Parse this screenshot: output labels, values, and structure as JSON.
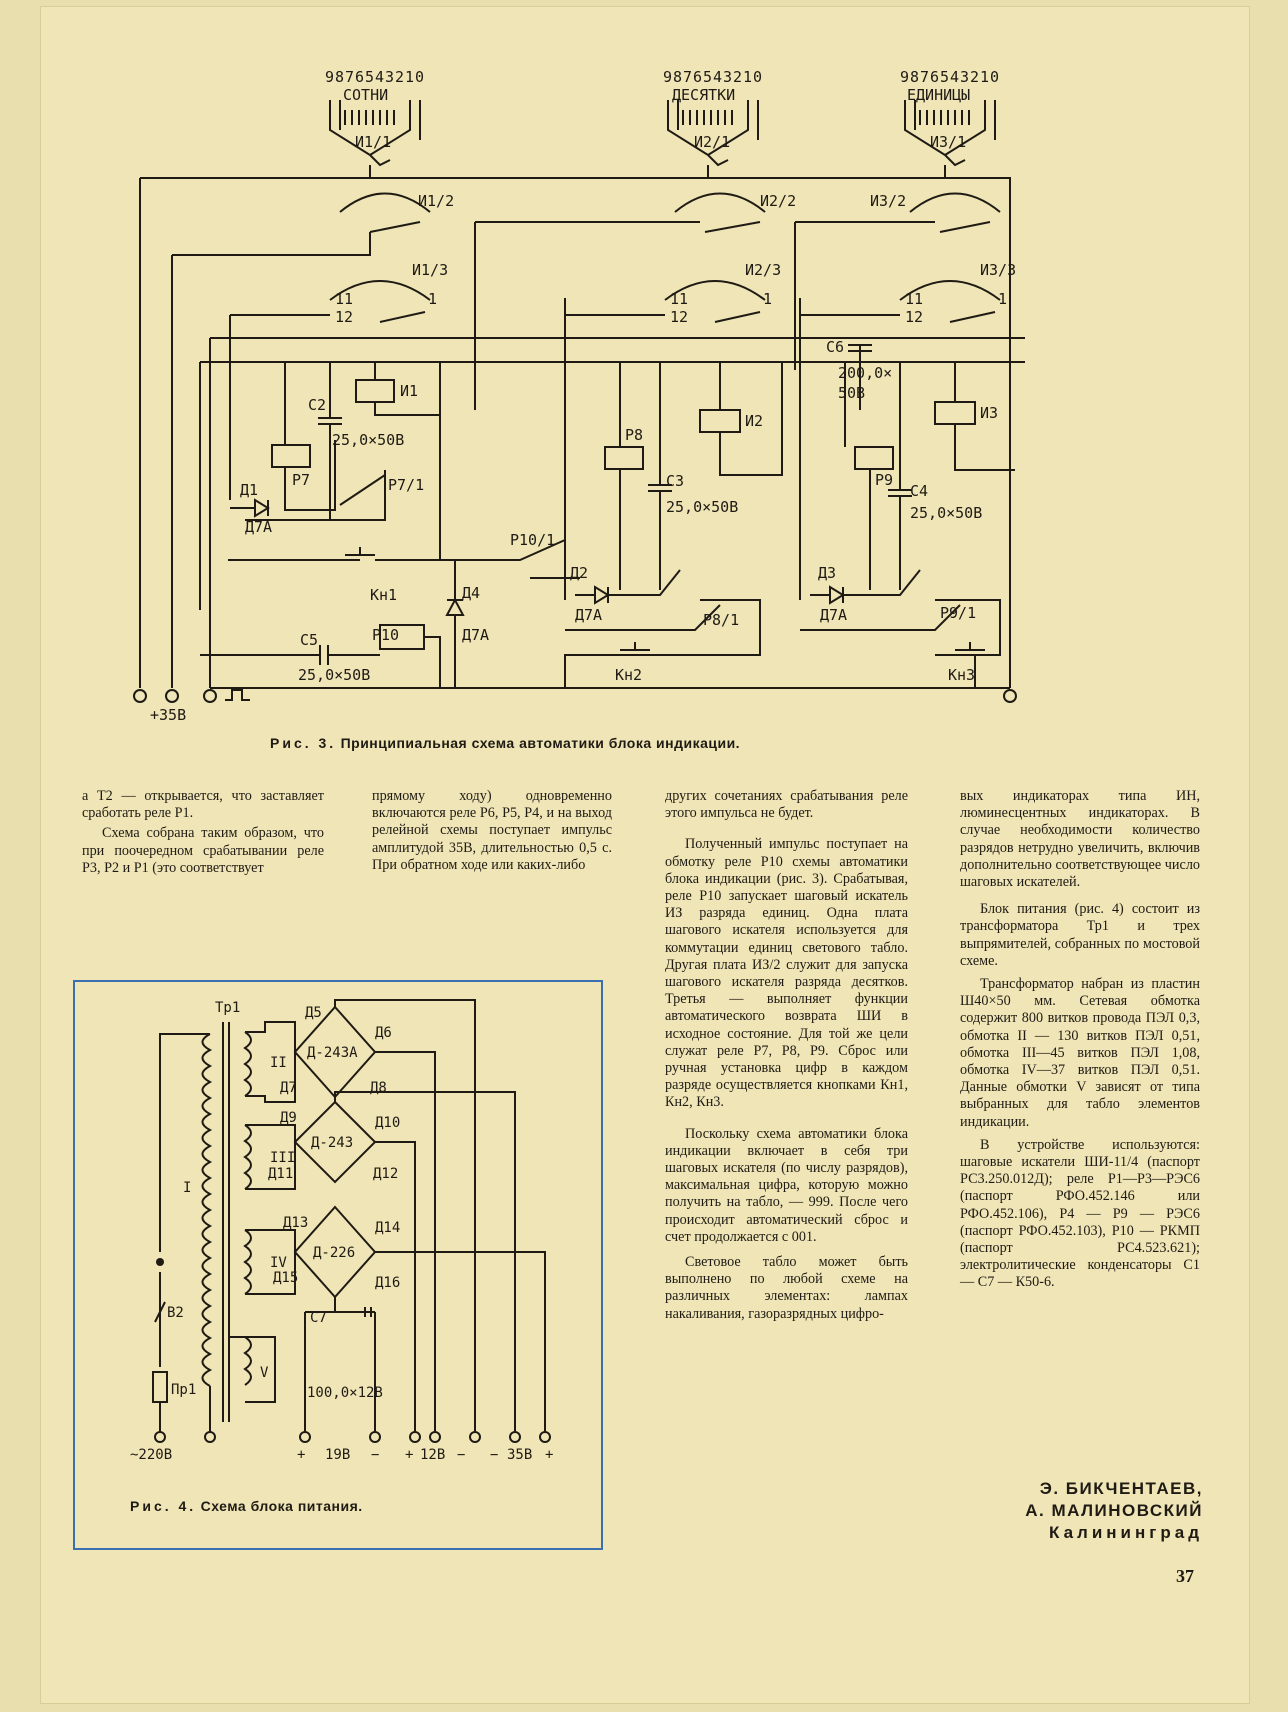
{
  "fig3": {
    "digits": [
      "9",
      "8",
      "7",
      "6",
      "5",
      "4",
      "3",
      "2",
      "1",
      "0"
    ],
    "group_names": [
      "СОТНИ",
      "ДЕСЯТКИ",
      "ЕДИНИЦЫ"
    ],
    "switch_labels": [
      "И1/1",
      "И2/1",
      "И3/1",
      "И1/2",
      "И2/2",
      "И3/2",
      "И1/3",
      "И2/3",
      "И3/3"
    ],
    "contact_labels": [
      "11",
      "1",
      "12"
    ],
    "relays": [
      "И1",
      "И2",
      "И3",
      "Р7",
      "Р8",
      "Р9",
      "Р10"
    ],
    "contacts": [
      "Р7/1",
      "Р8/1",
      "Р9/1",
      "Р10/1"
    ],
    "buttons": [
      "Кн1",
      "Кн2",
      "Кн3"
    ],
    "diodes": [
      "Д1",
      "Д2",
      "Д3",
      "Д4"
    ],
    "diode_type": "Д7А",
    "capacitors": [
      "С2",
      "С3",
      "С4",
      "С5",
      "С6"
    ],
    "cap_values": [
      "25,0×50В",
      "200,0×",
      "50В"
    ],
    "terminals": [
      "+35В"
    ],
    "caption_prefix": "Рис. 3.",
    "caption": "Принципиальная схема автоматики блока индикации."
  },
  "fig4": {
    "labels": [
      "Тр1",
      "I",
      "II",
      "III",
      "IV",
      "V",
      "Д5",
      "Д6",
      "Д7",
      "Д8",
      "Д-243А",
      "Д9",
      "Д10",
      "Д11",
      "Д12",
      "Д-243",
      "Д13",
      "Д14",
      "Д15",
      "Д16",
      "Д-226",
      "С7",
      "100,0×12В",
      "В2",
      "Пр1"
    ],
    "terminals": [
      "~220В",
      "+",
      "19В",
      "−",
      "+",
      "12В",
      "−",
      "−",
      "35В",
      "+"
    ],
    "caption_prefix": "Рис. 4.",
    "caption": "Схема блока питания."
  },
  "col1": [
    "а Т2 — открывается, что заставляет сработать реле Р1.",
    "Схема собрана таким образом, что при поочередном срабатывании реле Р3, Р2 и Р1 (это соответствует"
  ],
  "col2": [
    "прямому ходу) одновременно включаются реле Р6, Р5, Р4, и на выход релейной схемы поступает импульс амплитудой 35В, длительностью 0,5 с. При обратном ходе или каких-либо"
  ],
  "col3": [
    "других сочетаниях срабатывания реле этого импульса не будет.",
    "Полученный импульс поступает на обмотку реле Р10 схемы автоматики блока индикации (рис. 3). Срабатывая, реле Р10 запускает шаговый искатель ИЗ разряда единиц. Одна плата шагового искателя используется для коммутации единиц светового табло. Другая плата ИЗ/2 служит для запуска шагового искателя разряда десятков. Третья — выполняет функции автоматического возврата ШИ в исходное состояние. Для той же цели служат реле Р7, Р8, Р9. Сброс или ручная установка цифр в каждом разряде осуществляется кнопками Кн1, Кн2, Кн3.",
    "Поскольку схема автоматики блока индикации включает в себя три шаговых искателя (по числу разрядов), максимальная цифра, которую можно получить на табло, — 999. После чего происходит автоматический сброс и счет продолжается с 001.",
    "Световое табло может быть выполнено по любой схеме на различных элементах: лампах накаливания, газоразрядных цифро-"
  ],
  "col4": [
    "вых индикаторах типа ИН, люминесцентных индикаторах. В случае необходимости количество разрядов нетрудно увеличить, включив дополнительно соответствующее число шаговых искателей.",
    "Блок питания (рис. 4) состоит из трансформатора Тр1 и трех выпрямителей, собранных по мостовой схеме.",
    "Трансформатор набран из пластин Ш40×50 мм. Сетевая обмотка содержит 800 витков провода ПЭЛ 0,3, обмотка II — 130 витков ПЭЛ 0,51, обмотка III—45 витков ПЭЛ 1,08, обмотка IV—37 витков ПЭЛ 0,51. Данные обмотки V зависят от типа выбранных для табло элементов индикации.",
    "В устройстве используются: шаговые искатели ШИ-11/4 (паспорт РС3.250.012Д); реле Р1—Р3—РЭС6 (паспорт РФО.452.146 или РФО.452.106), Р4 — Р9 — РЭС6 (паспорт РФО.452.103), Р10 — РКМП (паспорт РС4.523.621); электролитические конденсаторы С1 — С7 — К50-6."
  ],
  "authors": [
    "Э. БИКЧЕНТАЕВ,",
    "А. МАЛИНОВСКИЙ"
  ],
  "city": "Калининград",
  "page_number": "37"
}
